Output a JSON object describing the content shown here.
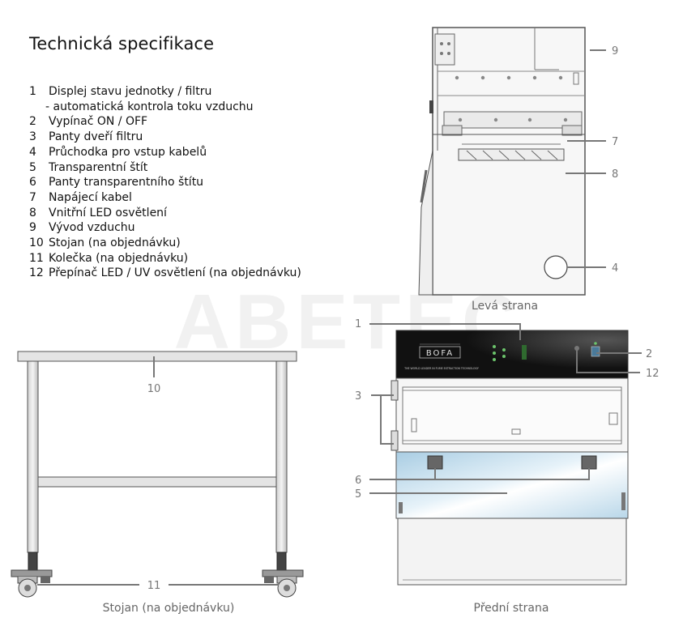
{
  "title": "Technická specifikace",
  "spec_items": [
    {
      "num": "1",
      "text": "Displej stavu jednotky / filtru"
    },
    {
      "num": "",
      "text": "- automatická kontrola toku vzduchu"
    },
    {
      "num": "2",
      "text": "Vypínač ON / OFF"
    },
    {
      "num": "3",
      "text": "Panty dveří filtru"
    },
    {
      "num": "4",
      "text": "Průchodka pro vstup kabelů"
    },
    {
      "num": "5",
      "text": "Transparentní štít"
    },
    {
      "num": "6",
      "text": "Panty transparentního štítu"
    },
    {
      "num": "7",
      "text": "Napájecí kabel"
    },
    {
      "num": "8",
      "text": "Vnitřní LED osvětlení"
    },
    {
      "num": "9",
      "text": "Vývod vzduchu"
    },
    {
      "num": "10",
      "text": "Stojan (na objednávku)"
    },
    {
      "num": "11",
      "text": "Kolečka (na objednávku)"
    },
    {
      "num": "12",
      "text": "Přepínač LED / UV osvětlení (na objednávku)"
    }
  ],
  "views": {
    "left_side": "Levá strana",
    "front": "Přední strana",
    "stand": "Stojan (na objednávku)"
  },
  "callouts": {
    "n1": "1",
    "n2": "2",
    "n3": "3",
    "n4": "4",
    "n5": "5",
    "n6": "6",
    "n7": "7",
    "n8": "8",
    "n9": "9",
    "n10": "10",
    "n11": "11",
    "n12": "12"
  },
  "front_panel": {
    "brand": "BOFA",
    "tagline": "THE WORLD LEADER IN FUME EXTRACTION TECHNOLOGY"
  },
  "watermark": "ABETEC",
  "colors": {
    "line": "#6f6f6f",
    "panel_dark": "#111111",
    "glass": "#cfe3ef",
    "cabinet_fill": "#f7f7f7"
  }
}
